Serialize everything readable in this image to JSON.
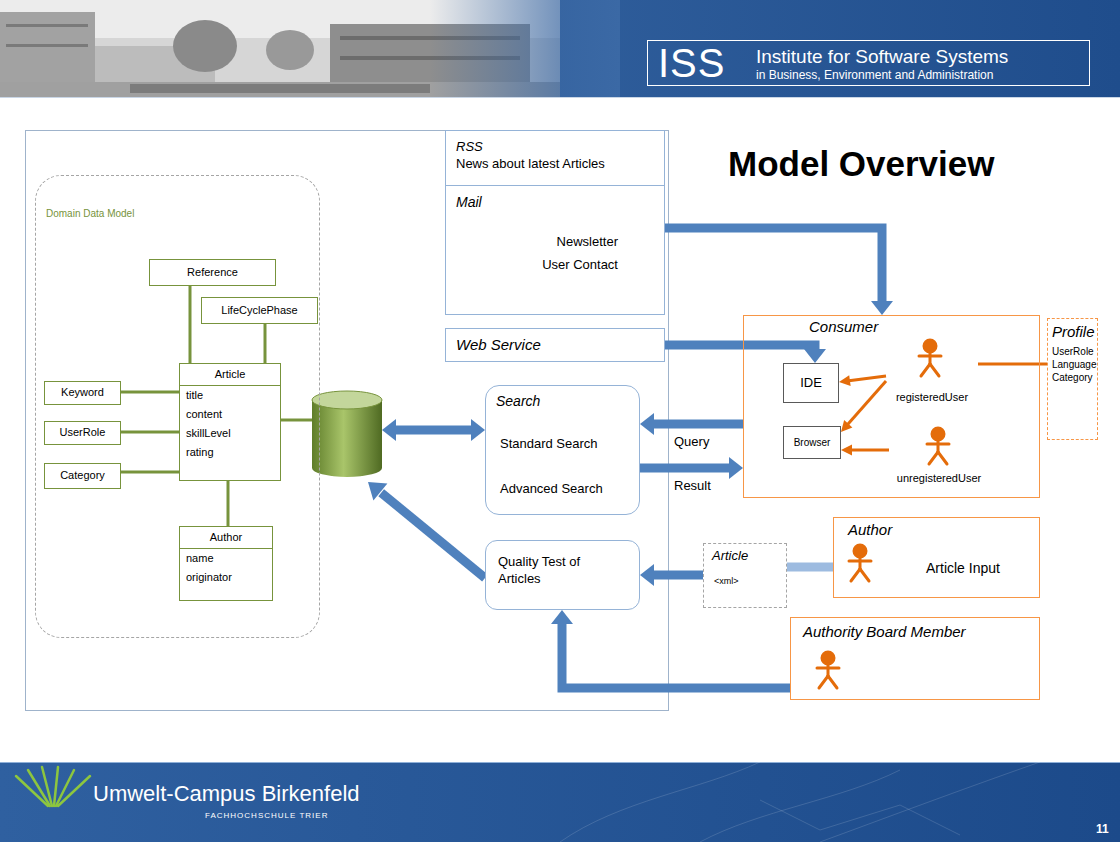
{
  "diagram": {
    "title": "Model Overview",
    "nodes": [
      {
        "text": [
          "ISS",
          "Institute for Software Systems",
          "in Business, Environment and Administration"
        ]
      },
      {
        "text": [
          "Domain Data Model"
        ]
      },
      {
        "text": [
          "Reference"
        ],
        "in": 1
      },
      {
        "text": [
          "LifeCyclePhase"
        ],
        "in": 1
      },
      {
        "text": [
          "Keyword"
        ],
        "in": 1
      },
      {
        "text": [
          "Article",
          "title",
          "content",
          "skillLevel",
          "rating"
        ],
        "in": 1
      },
      {
        "text": [
          "UserRole"
        ],
        "in": 1
      },
      {
        "text": [
          "Category"
        ],
        "in": 1
      },
      {
        "text": [
          "Author",
          "name",
          "originator"
        ],
        "in": 1
      },
      {
        "text": [
          "RSS",
          "News about latest Articles"
        ]
      },
      {
        "text": [
          "Mail",
          "Newsletter",
          "User Contact"
        ]
      },
      {
        "text": [
          "Web Service"
        ]
      },
      {
        "text": [
          "Search",
          "Standard Search",
          "Advanced Search"
        ]
      },
      {
        "text": [
          "Consumer"
        ]
      },
      {
        "text": [
          "IDE"
        ],
        "in": 13
      },
      {
        "text": [
          "registeredUser"
        ],
        "in": 13
      },
      {
        "text": [
          "Browser"
        ],
        "in": 13
      },
      {
        "text": [
          "unregisteredUser"
        ],
        "in": 13
      },
      {
        "text": [
          "Profile",
          "UserRole",
          "Language",
          "Category"
        ]
      },
      {
        "text": [
          "Quality Test of Articles"
        ]
      },
      {
        "text": [
          "Article",
          "<xml>"
        ]
      },
      {
        "text": [
          "Author",
          "Article Input"
        ]
      },
      {
        "text": [
          "Authority Board Member"
        ]
      }
    ],
    "edges": [
      {
        "from": 2,
        "to": 5,
        "arrow": "none"
      },
      {
        "from": 3,
        "to": 5,
        "arrow": "none"
      },
      {
        "from": 4,
        "to": 5,
        "arrow": "none"
      },
      {
        "from": 6,
        "to": 5,
        "arrow": "none"
      },
      {
        "from": 7,
        "to": 5,
        "arrow": "none"
      },
      {
        "from": 8,
        "to": 5,
        "arrow": "none"
      },
      {
        "from": 10,
        "to": 13,
        "arrow": "to"
      },
      {
        "from": 11,
        "to": 14,
        "arrow": "to"
      },
      {
        "from": 13,
        "to": 12,
        "label": "Query",
        "arrow": "to"
      },
      {
        "from": 12,
        "to": 13,
        "label": "Result",
        "arrow": "to"
      },
      {
        "from": 15,
        "to": 14,
        "arrow": "to"
      },
      {
        "from": 15,
        "to": 16,
        "arrow": "to"
      },
      {
        "from": 17,
        "to": 16,
        "arrow": "to"
      },
      {
        "from": 15,
        "to": 18,
        "arrow": "none"
      },
      {
        "from": 21,
        "to": 20,
        "arrow": "none"
      },
      {
        "from": 20,
        "to": 19,
        "arrow": "to"
      },
      {
        "from": 22,
        "to": 19,
        "arrow": "to"
      }
    ],
    "labels": [
      "Umwelt-Campus Birkenfeld",
      "FACHHOCHSCHULE TRIER",
      "11"
    ]
  }
}
